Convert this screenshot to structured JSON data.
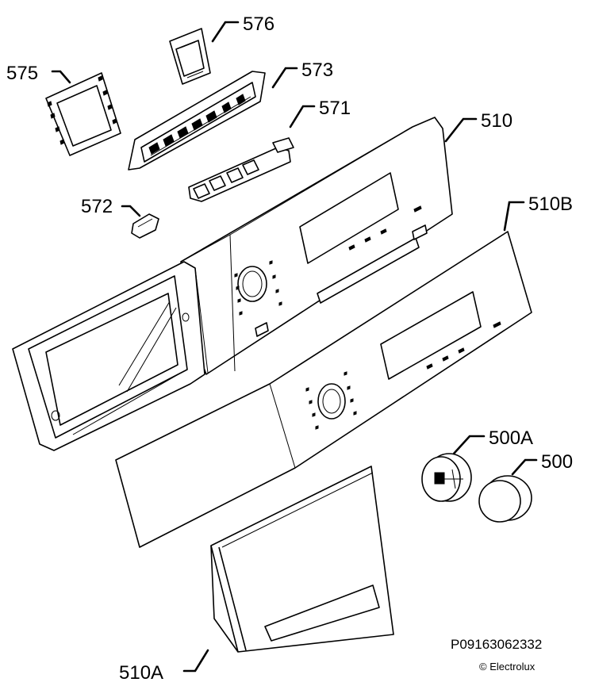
{
  "diagram": {
    "callouts": [
      {
        "id": "576",
        "label": "576"
      },
      {
        "id": "575",
        "label": "575"
      },
      {
        "id": "573",
        "label": "573"
      },
      {
        "id": "571",
        "label": "571"
      },
      {
        "id": "510",
        "label": "510"
      },
      {
        "id": "572",
        "label": "572"
      },
      {
        "id": "510B",
        "label": "510B"
      },
      {
        "id": "500A",
        "label": "500A"
      },
      {
        "id": "500",
        "label": "500"
      },
      {
        "id": "510A",
        "label": "510A"
      }
    ],
    "document_number": "P09163062332",
    "copyright": "© Electrolux"
  }
}
